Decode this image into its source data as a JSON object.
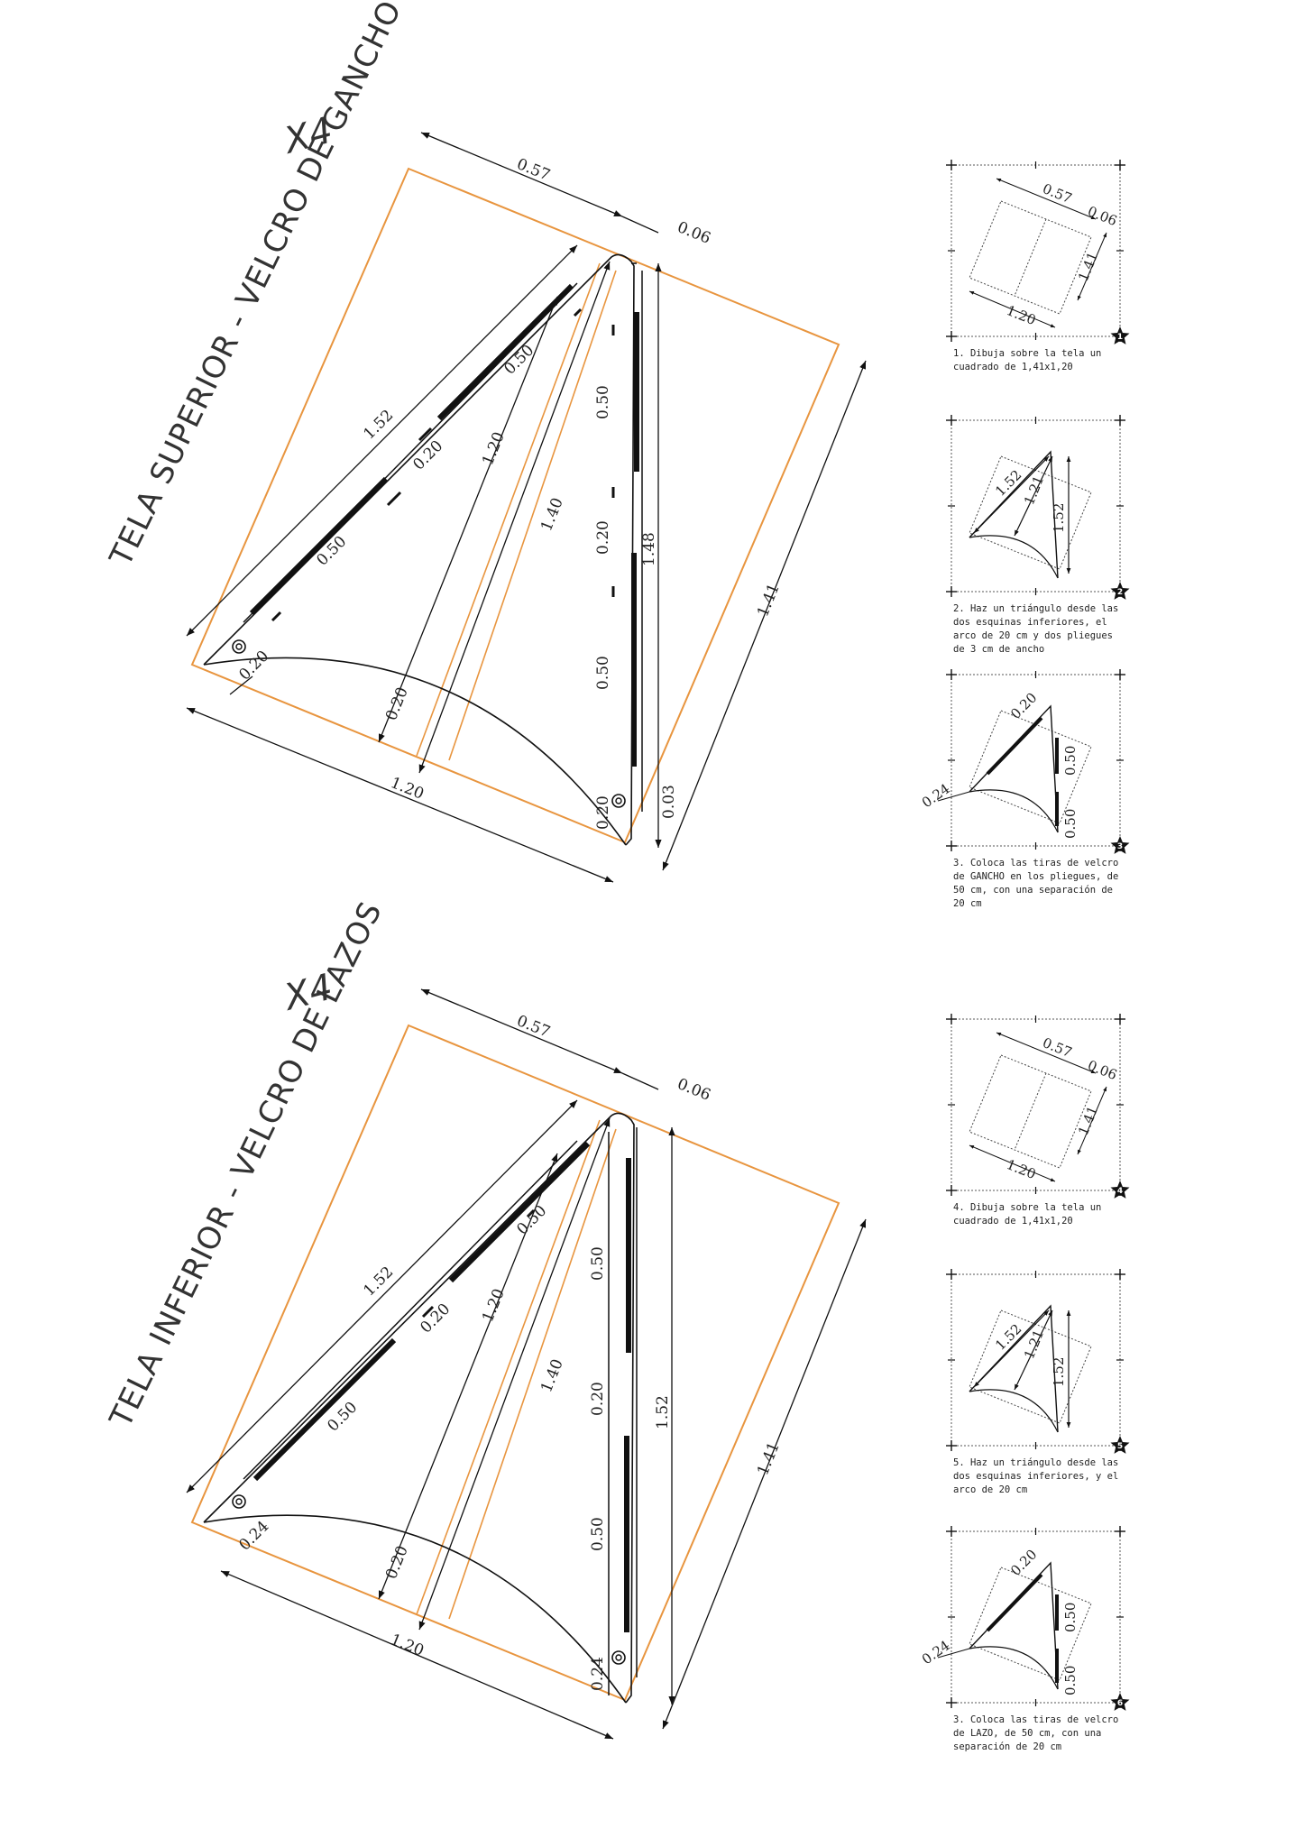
{
  "accent_color": "#e8953f",
  "line_color": "#111111",
  "pattern_top": {
    "quantity": "X4",
    "title": "TELA SUPERIOR - VELCRO DE GANCHO",
    "dims": {
      "top_width": "0.57",
      "top_offset": "0.06",
      "hyp_left": "1.52",
      "strip_a": "0.50",
      "gap_a": "0.20",
      "strip_b": "0.50",
      "mid_line": "1.20",
      "center_line": "1.40",
      "right_strip_a": "0.50",
      "right_gap": "0.20",
      "right_strip_b": "0.50",
      "right_height": "1.48",
      "outer_height": "1.41",
      "corner_left": "0.20",
      "pleat_left": "0.20",
      "bottom_width": "1.20",
      "corner_right": "0.20",
      "right_margin": "0.03"
    }
  },
  "pattern_bottom": {
    "quantity": "X4",
    "title": "TELA INFERIOR - VELCRO DE LAZOS",
    "dims": {
      "top_width": "0.57",
      "top_offset": "0.06",
      "hyp_left": "1.52",
      "strip_a": "0.50",
      "gap_a": "0.20",
      "strip_b": "0.50",
      "mid_line": "1.20",
      "center_line": "1.40",
      "right_strip_a": "0.50",
      "right_gap": "0.20",
      "right_strip_b": "0.50",
      "right_height": "1.52",
      "outer_height": "1.41",
      "corner_left": "0.24",
      "pleat_left": "0.20",
      "bottom_width": "1.20",
      "corner_right": "0.24"
    }
  },
  "steps": [
    {
      "number": "1",
      "labels": [
        "0.57",
        "0.06",
        "1.41",
        "1.20"
      ],
      "text": [
        "1. Dibuja sobre la tela un",
        "cuadrado de 1,41x1,20"
      ]
    },
    {
      "number": "2",
      "labels": [
        "1.52",
        "1.21",
        "1.52"
      ],
      "text": [
        "2. Haz un triángulo desde las",
        "dos esquinas inferiores, el",
        "arco de 20 cm y dos pliegues",
        "de 3 cm de ancho"
      ]
    },
    {
      "number": "3",
      "labels": [
        "0.20",
        "0.50",
        "0.50",
        "0.24"
      ],
      "text": [
        "3. Coloca las tiras de velcro",
        "de GANCHO en los pliegues, de",
        "50 cm, con una separación de",
        "20 cm"
      ]
    },
    {
      "number": "4",
      "labels": [
        "0.57",
        "0.06",
        "1.41",
        "1.20"
      ],
      "text": [
        "4. Dibuja sobre la tela un",
        "cuadrado de 1,41x1,20"
      ]
    },
    {
      "number": "5",
      "labels": [
        "1.52",
        "1.21",
        "1.52"
      ],
      "text": [
        "5. Haz un triángulo desde las",
        "dos esquinas inferiores, y el",
        "arco de 20 cm"
      ]
    },
    {
      "number": "6",
      "labels": [
        "0.20",
        "0.50",
        "0.50",
        "0.24"
      ],
      "text": [
        "3. Coloca las tiras de velcro",
        "de LAZO, de 50 cm, con una",
        "separación de 20 cm"
      ]
    }
  ]
}
